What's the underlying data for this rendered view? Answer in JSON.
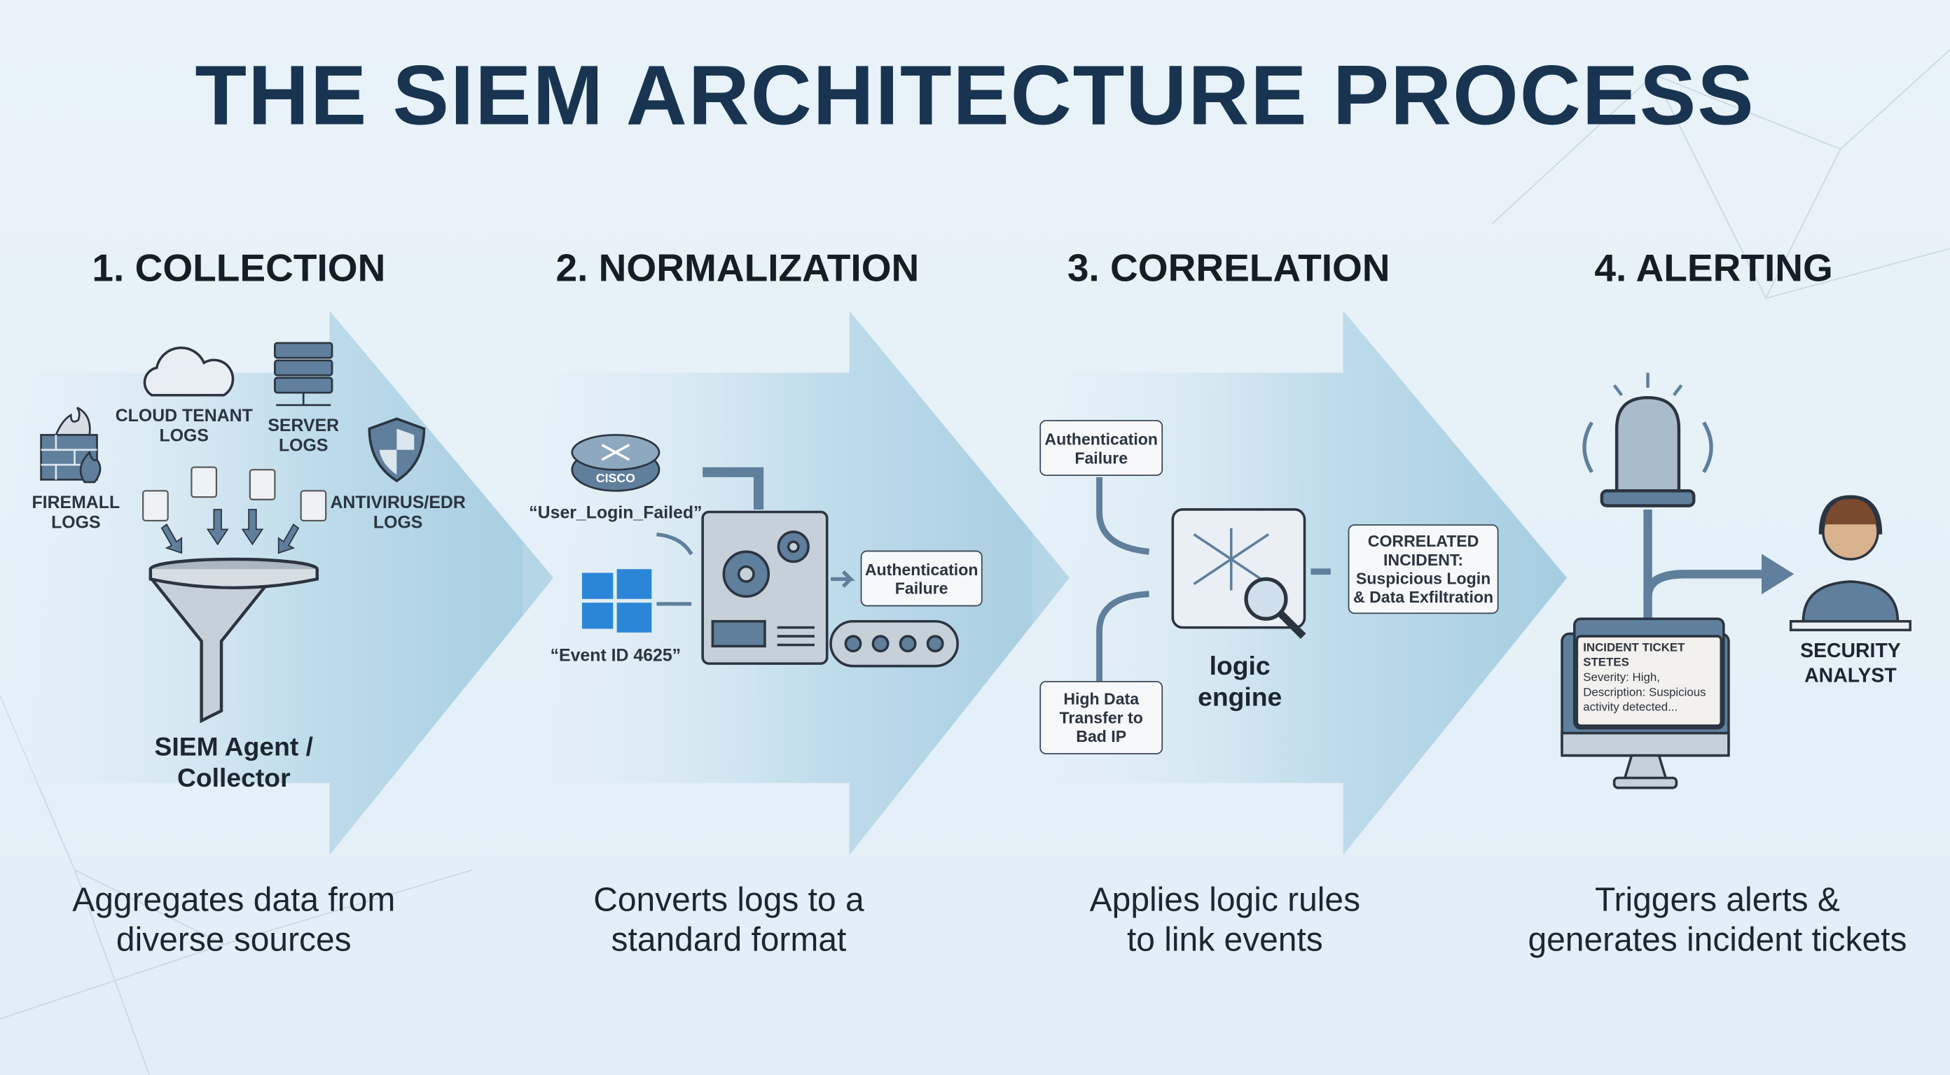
{
  "title": "THE SIEM ARCHITECTURE PROCESS",
  "steps": [
    {
      "heading": "1. COLLECTION",
      "caption_line1": "Aggregates data from",
      "caption_line2": "diverse sources",
      "sources": {
        "cloud": [
          "CLOUD TENANT",
          "LOGS"
        ],
        "server": [
          "SERVER",
          "LOGS"
        ],
        "firewall": [
          "FIREMALL",
          "LOGS"
        ],
        "antivirus": [
          "ANTIVIRUS/EDR",
          "LOGS"
        ]
      },
      "collector": [
        "SIEM Agent /",
        "Collector"
      ]
    },
    {
      "heading": "2. NORMALIZATION",
      "caption_line1": "Converts logs to a",
      "caption_line2": "standard format",
      "router_brand": "CISCO",
      "input1": "“User_Login_Failed”",
      "input2": "“Event ID 4625”",
      "output": [
        "Authentication",
        "Failure"
      ]
    },
    {
      "heading": "3. CORRELATION",
      "caption_line1": "Applies logic rules",
      "caption_line2": "to link events",
      "event1": [
        "Authentication",
        "Failure"
      ],
      "event2": [
        "High Data",
        "Transfer to",
        "Bad IP"
      ],
      "engine": [
        "logic",
        "engine"
      ],
      "incident": [
        "CORRELATED",
        "INCIDENT:",
        "Suspicious Login",
        "& Data Exfiltration"
      ]
    },
    {
      "heading": "4. ALERTING",
      "caption_line1": "Triggers alerts &",
      "caption_line2": "generates incident tickets",
      "ticket": [
        "INCIDENT TICKET",
        "STETES",
        "Severity: High,",
        "Description: Suspicious",
        "activity detected..."
      ],
      "analyst": [
        "SECURITY",
        "ANALYST"
      ]
    }
  ],
  "colors": {
    "title": "#183450",
    "icon": "#5f7f9c",
    "arrow": "#a9cfe0"
  }
}
